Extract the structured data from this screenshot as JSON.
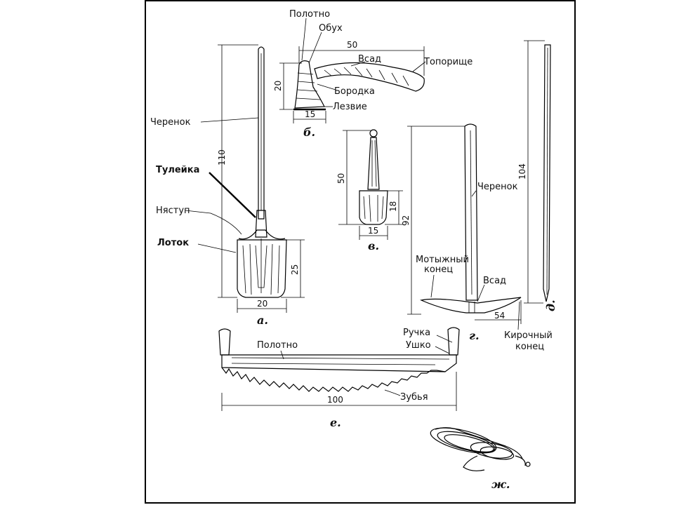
{
  "labels": {
    "polotno_axe": "Полотно",
    "obukh": "Обух",
    "vsad_axe": "Всад",
    "toporishche": "Топорище",
    "borodka": "Бородка",
    "lezvie": "Лезвие",
    "cherenok_shovel": "Черенок",
    "tuleyka": "Тулейка",
    "nyastup": "Няступ",
    "lotok": "Лоток",
    "cherenok_pick": "Черенок",
    "motyzhny": "Мотыжный",
    "konets_1": "конец",
    "vsad_pick": "Всад",
    "kirochny": "Кирочный",
    "konets_2": "конец",
    "ruchka": "Ручка",
    "ushko": "Ушко",
    "polotno_saw": "Полотно",
    "zubya": "Зубья"
  },
  "dimensions": {
    "shovel_length": "110",
    "shovel_blade_height": "25",
    "shovel_blade_width": "20",
    "axe_length": "50",
    "axe_height": "20",
    "axe_blade_width": "15",
    "small_shovel_length": "50",
    "small_shovel_blade_height": "18",
    "small_shovel_blade_width": "15",
    "pick_length": "92",
    "pick_head_width": "54",
    "stake_length": "104",
    "saw_length": "100"
  },
  "captions": {
    "a": "а.",
    "b": "б.",
    "v": "в.",
    "g": "г.",
    "d": "д.",
    "e": "е.",
    "zh": "ж."
  }
}
